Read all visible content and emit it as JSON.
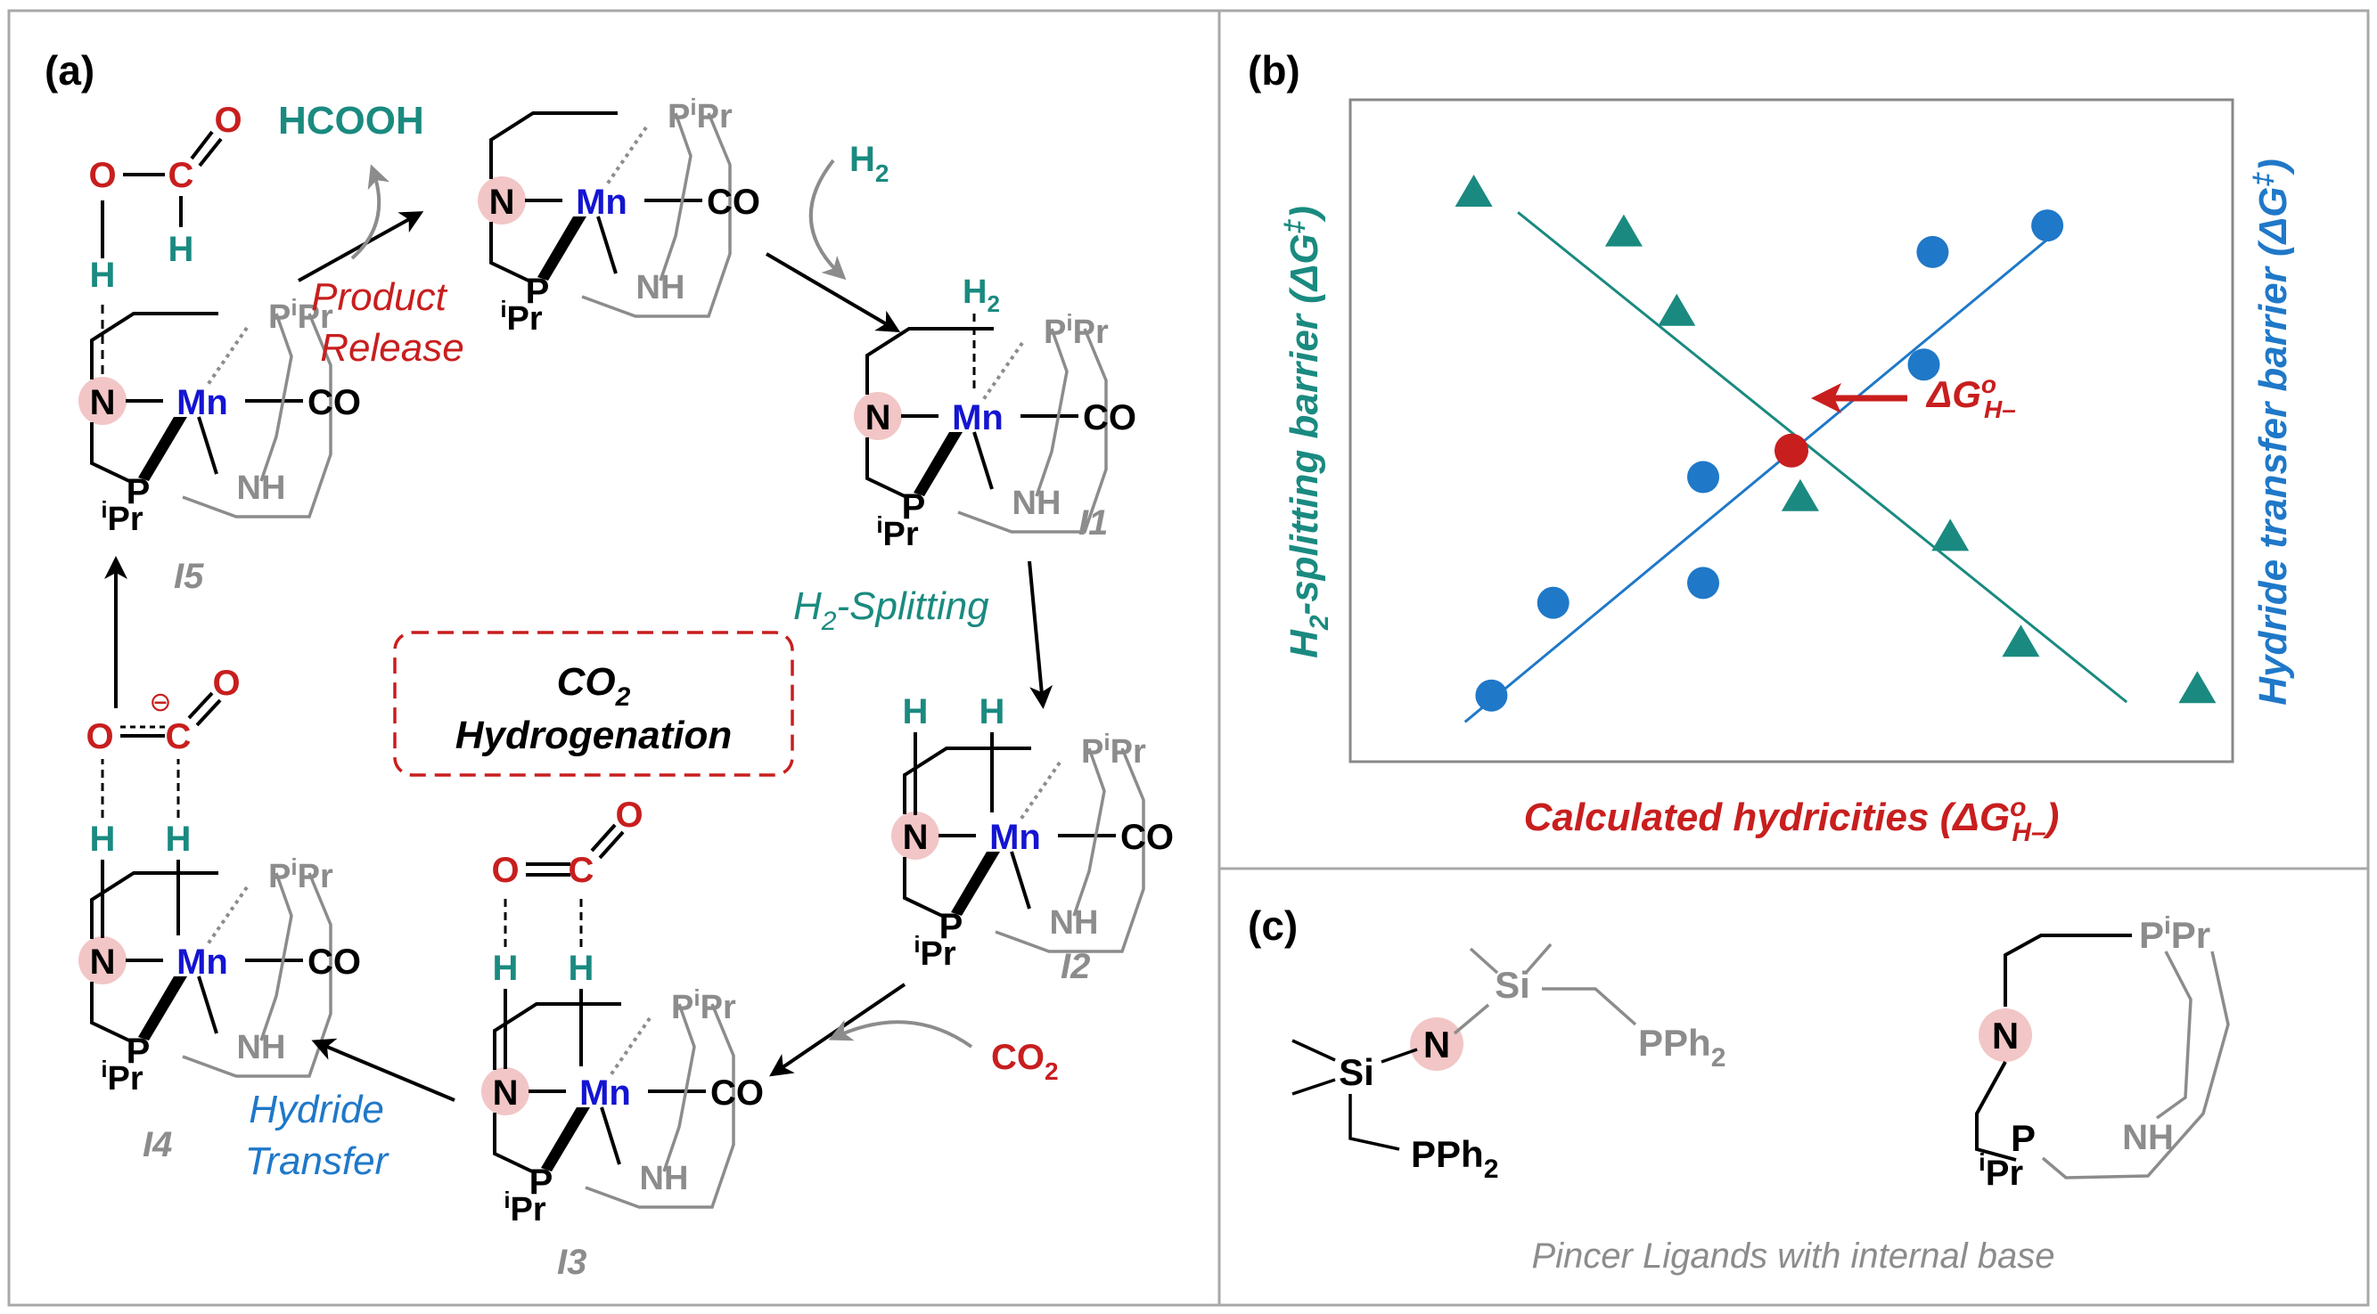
{
  "colors": {
    "black": "#000000",
    "gray": "#8c8c8c",
    "red": "#c81e1e",
    "teal": "#1a8a80",
    "blue": "#1f78c8",
    "mn_blue": "#1414d2",
    "n_highlight": "#f2c6c6",
    "frame": "#a8a8a8"
  },
  "panel_a": {
    "label": "(a)",
    "center_line1": "CO",
    "center_sub": "2",
    "center_line2": "Hydrogenation",
    "product_release_1": "Product",
    "product_release_2": "Release",
    "hydride_transfer_1": "Hydride",
    "hydride_transfer_2": "Transfer",
    "h2_splitting": "H",
    "h2_splitting_sub": "2",
    "h2_splitting_rest": "-Splitting",
    "hcooh": "HCOOH",
    "h2_reagent": "H",
    "h2_reagent_sub": "2",
    "co2_reagent": "CO",
    "co2_reagent_sub": "2",
    "intermediate_labels": [
      "I1",
      "I2",
      "I3",
      "I4",
      "I5"
    ],
    "atoms": {
      "N": "N",
      "Mn": "Mn",
      "CO": "CO",
      "NH": "NH",
      "P": "P",
      "Pr": "Pr",
      "i": "i",
      "H": "H",
      "O": "O",
      "C": "C",
      "minus": "⊖"
    }
  },
  "panel_b": {
    "label": "(b)",
    "xlabel_main": "Calculated hydricities (ΔG",
    "xlabel_sup": "o",
    "xlabel_sub": "H–",
    "xlabel_end": ")",
    "ylabel_left_main": "H",
    "ylabel_left_sub": "2",
    "ylabel_left_rest": "-splitting barrier (ΔG",
    "ylabel_left_sup": "‡",
    "ylabel_left_end": ")",
    "ylabel_right": "Hydride transfer barrier (ΔG",
    "ylabel_right_sup": "‡",
    "ylabel_right_end": ")",
    "annotation_main": "ΔG",
    "annotation_sup": "o",
    "annotation_sub": "H–"
  },
  "chart_data": {
    "type": "scatter",
    "title": "",
    "xlabel": "Calculated hydricities (ΔG°H–)",
    "ylabel": "H2-splitting barrier (ΔG‡)",
    "ylabel_right": "Hydride transfer barrier (ΔG‡)",
    "xlim": [
      0,
      100
    ],
    "ylim": [
      0,
      100
    ],
    "ticks": "none",
    "grid": false,
    "series": [
      {
        "name": "",
        "marker": "triangle",
        "color": "#1a8a80",
        "points": [
          [
            14,
            86
          ],
          [
            31,
            80
          ],
          [
            37,
            68
          ],
          [
            51,
            40
          ],
          [
            68,
            34
          ],
          [
            76,
            18
          ],
          [
            96,
            11
          ]
        ],
        "trend": [
          [
            19,
            83
          ],
          [
            88,
            9
          ]
        ]
      },
      {
        "name": "",
        "marker": "circle",
        "color": "#1f78c8",
        "points": [
          [
            16,
            10
          ],
          [
            23,
            24
          ],
          [
            40,
            27
          ],
          [
            40,
            43
          ],
          [
            65,
            60
          ],
          [
            66,
            77
          ],
          [
            79,
            81
          ]
        ],
        "trend": [
          [
            13,
            6
          ],
          [
            80,
            80
          ]
        ]
      }
    ],
    "highlight": {
      "name": "ΔG°H–",
      "x": 50,
      "y": 47,
      "color": "#c81e1e"
    }
  },
  "panel_c": {
    "label": "(c)",
    "caption": "Pincer Ligands with internal base",
    "si": "Si",
    "pph": "PPh",
    "pph_sub": "2"
  }
}
